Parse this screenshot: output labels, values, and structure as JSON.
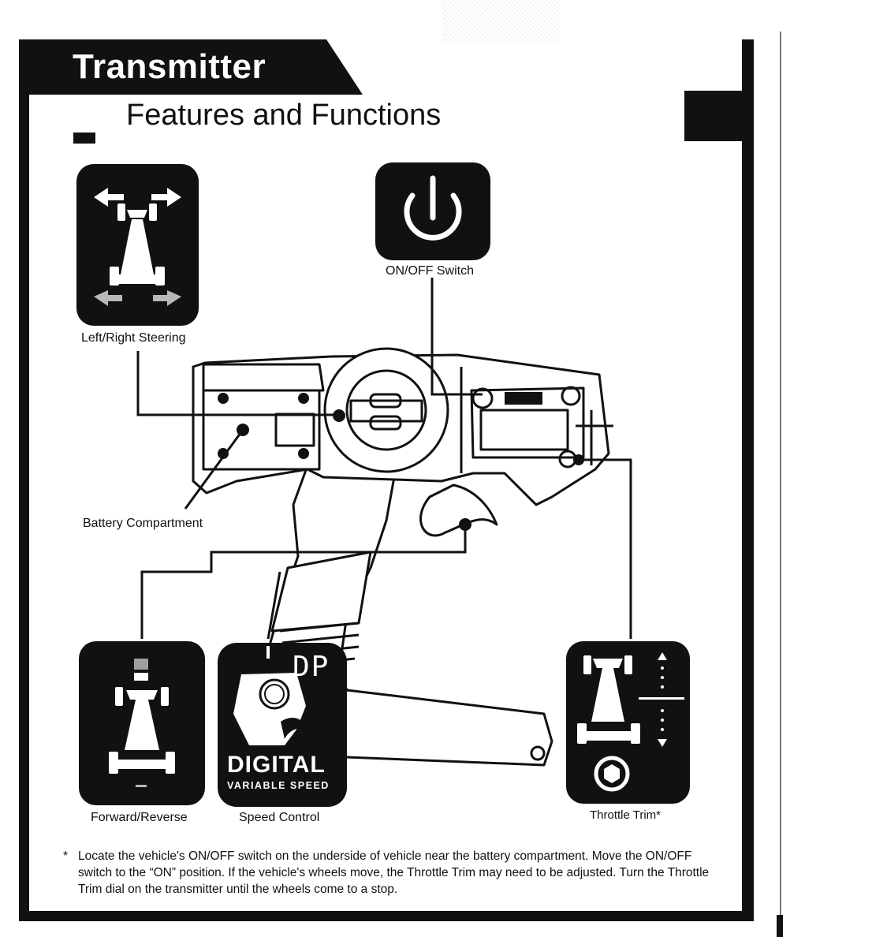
{
  "header": {
    "title": "Transmitter",
    "subtitle": "Features and Functions"
  },
  "callouts": {
    "steering": "Left/Right Steering",
    "power": "ON/OFF Switch",
    "battery": "Battery Compartment",
    "forward_reverse": "Forward/Reverse",
    "speed_control": "Speed Control",
    "throttle_trim": "Throttle Trim*"
  },
  "speed_badge": {
    "display": "DP",
    "brand": "DIGITAL",
    "tagline": "VARIABLE SPEED"
  },
  "footnote": {
    "marker": "*",
    "text": "Locate the vehicle's ON/OFF switch on the underside of vehicle near the battery compartment. Move the ON/OFF switch to the “ON” position. If the vehicle's wheels move, the Throttle Trim may need to be adjusted. Turn the Throttle Trim dial on the transmitter until the wheels come to a stop."
  },
  "icons": {
    "steering": "steering-arrows-icon",
    "power": "power-icon",
    "forward_reverse": "car-forward-reverse-icon",
    "speed": "digital-speed-icon",
    "trim": "throttle-trim-icon"
  },
  "colors": {
    "ink": "#111111",
    "paper": "#ffffff"
  }
}
